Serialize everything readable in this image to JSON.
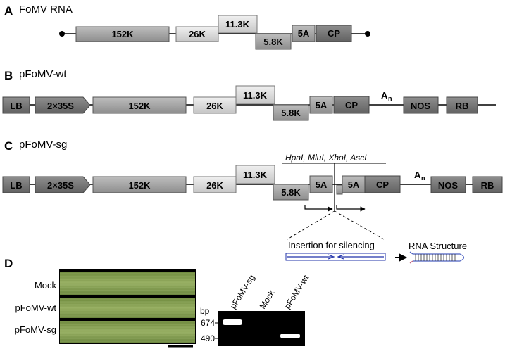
{
  "panels": {
    "a": {
      "letter": "A",
      "title": "FoMV RNA",
      "genes": {
        "g152k": "152K",
        "g26k": "26K",
        "g113k": "11.3K",
        "g58k": "5.8K",
        "g5a": "5A",
        "cp": "CP"
      }
    },
    "b": {
      "letter": "B",
      "title": "pFoMV-wt",
      "genes": {
        "lb": "LB",
        "p35s": "2×35S",
        "g152k": "152K",
        "g26k": "26K",
        "g113k": "11.3K",
        "g58k": "5.8K",
        "g5a": "5A",
        "cp": "CP",
        "an": "A",
        "an_sub": "n",
        "nos": "NOS",
        "rb": "RB"
      }
    },
    "c": {
      "letter": "C",
      "title": "pFoMV-sg",
      "sites": "HpaI, MluI, XhoI, AscI",
      "genes": {
        "lb": "LB",
        "p35s": "2×35S",
        "g152k": "152K",
        "g26k": "26K",
        "g113k": "11.3K",
        "g58k": "5.8K",
        "g5a": "5A",
        "g5a2": "5A",
        "cp": "CP",
        "an": "A",
        "an_sub": "n",
        "nos": "NOS",
        "rb": "RB"
      },
      "insertion_label": "Insertion for silencing",
      "rna_label": "RNA Structure"
    },
    "d": {
      "letter": "D",
      "leaf_labels": [
        "Mock",
        "pFoMV-wt",
        "pFoMV-sg"
      ],
      "gel_lanes": [
        "pFoMV-sg",
        "Mock",
        "pFoMV-wt"
      ],
      "bp_label": "bp",
      "markers": [
        "674",
        "490"
      ]
    }
  },
  "colors": {
    "light_gene": "#d4d4d4",
    "mid_gene": "#9a9a9a",
    "dark_gene": "#737373",
    "insert_blue": "#2233aa",
    "leaf_green": "#7f9b4c",
    "gel_bg": "#000000"
  }
}
